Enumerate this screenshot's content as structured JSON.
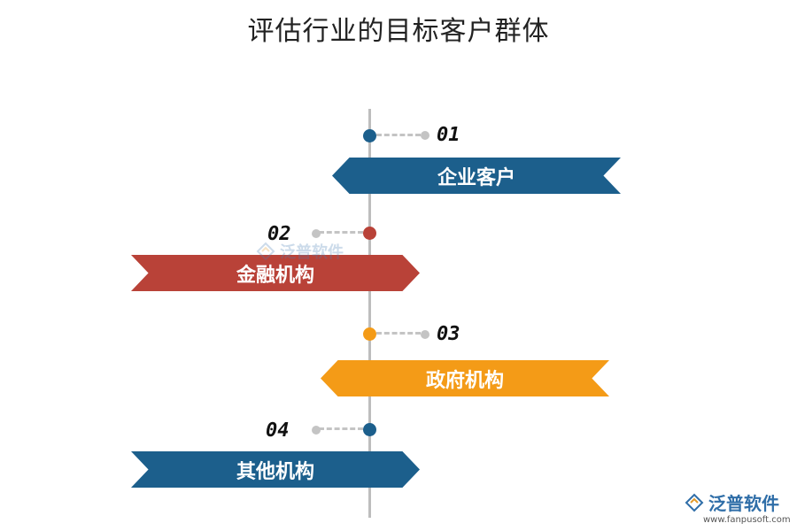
{
  "title": "评估行业的目标客户群体",
  "colors": {
    "blue": "#1c5f8c",
    "red": "#b94238",
    "orange": "#f49b17",
    "axis": "#bdbdbd",
    "dash": "#c4c4c4"
  },
  "items": [
    {
      "number": "01",
      "label": "企业客户",
      "color": "#1c5f8c"
    },
    {
      "number": "02",
      "label": "金融机构",
      "color": "#b94238"
    },
    {
      "number": "03",
      "label": "政府机构",
      "color": "#f49b17"
    },
    {
      "number": "04",
      "label": "其他机构",
      "color": "#1c5f8c"
    }
  ],
  "watermark": {
    "text": "泛普软件",
    "icon": "fanpu-logo-icon"
  },
  "logo": {
    "name": "泛普软件",
    "url": "www.fanpusoft.com",
    "icon": "fanpu-logo-icon"
  }
}
